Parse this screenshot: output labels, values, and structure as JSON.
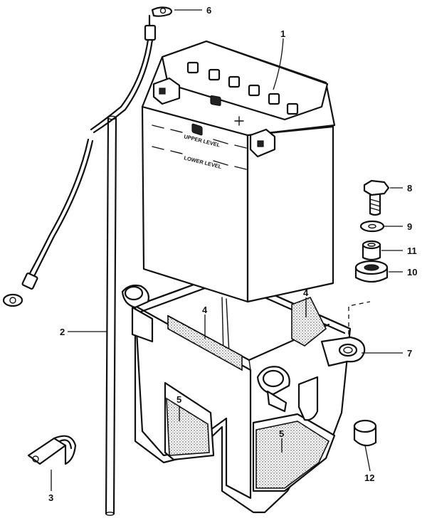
{
  "diagram": {
    "battery_markings": {
      "upper": "UPPER LEVEL",
      "lower": "LOWER LEVEL"
    },
    "callouts": {
      "battery": "1",
      "breather_tube": "2",
      "clamp": "3",
      "pad_upper_left": "4",
      "pad_upper_right": "4",
      "cushion_left": "5",
      "cushion_right": "5",
      "lead_wire": "6",
      "holder": "7",
      "bolt": "8",
      "washer": "9",
      "spacer": "11",
      "grommet": "10",
      "collar": "12"
    }
  }
}
